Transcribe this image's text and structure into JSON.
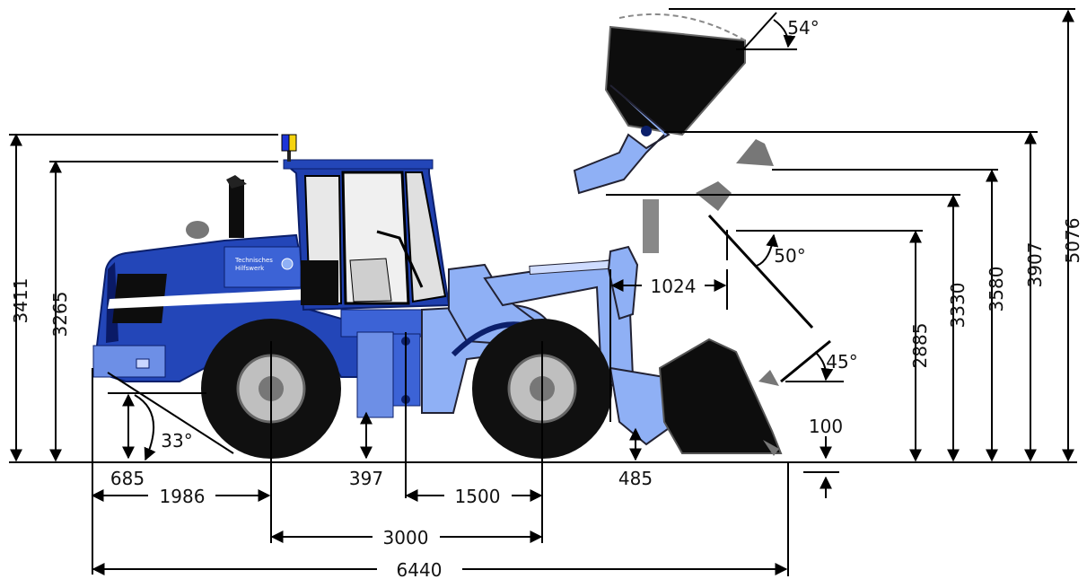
{
  "colors": {
    "body_dark": "#1f3fae",
    "body_mid": "#3c63d6",
    "arm_light": "#8fb0f5",
    "bucket": "#0d0d0d",
    "tire": "#101010",
    "line": "#000000"
  },
  "dimensions": {
    "height_beacon": "3411",
    "height_cab": "3265",
    "front_overhang": "685",
    "approach_angle": "33°",
    "rear_to_axle": "1986",
    "ground_clearance": "397",
    "axle_to_pivot": "1500",
    "wheelbase": "3000",
    "overall_length": "6440",
    "bucket_under_ground": "485",
    "dump_reach": "1024",
    "dig_depth": "100",
    "dump_clearance": "2885",
    "hinge_height_b": "3330",
    "hinge_height_a": "3580",
    "hinge_pin_max": "3907",
    "max_height": "5076",
    "rollback_top": "54°",
    "dump_angle": "50°",
    "carry_angle": "45°"
  },
  "vehicle": {
    "logo_line1": "Technisches",
    "logo_line2": "Hilfswerk"
  }
}
